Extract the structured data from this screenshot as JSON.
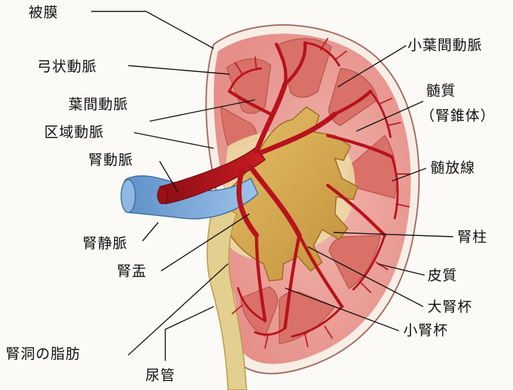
{
  "diagram": {
    "labels": {
      "capsule": "被膜",
      "arcuate_artery": "弓状動脈",
      "interlobar_artery": "葉間動脈",
      "segmental_artery": "区域動脈",
      "renal_artery": "腎動脈",
      "renal_vein": "腎静脈",
      "renal_pelvis": "腎盂",
      "renal_sinus_fat": "腎洞の脂肪",
      "ureter": "尿管",
      "interlobular_artery": "小葉間動脈",
      "medulla": "髄質",
      "medulla_sub": "（腎錐体）",
      "medullary_ray": "髄放線",
      "renal_column": "腎柱",
      "cortex": "皮質",
      "major_calyx": "大腎杯",
      "minor_calyx": "小腎杯"
    },
    "colors": {
      "cortex": "#e9a09a",
      "medulla": "#d9736d",
      "artery": "#b8121c",
      "vein": "#6fa4d8",
      "pelvis": "#d8ad55",
      "fat": "#ead8a8",
      "ureter": "#e3cf8f"
    }
  }
}
